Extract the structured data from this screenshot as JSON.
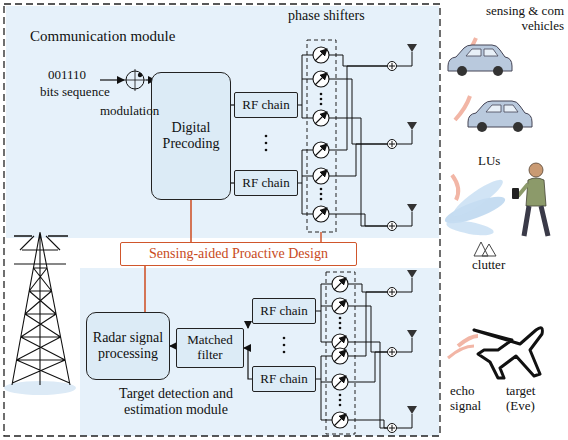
{
  "diagram": {
    "nodes": [
      {
        "text": [
          "Communication module"
        ]
      },
      {
        "text": [
          "Digital Precoding"
        ],
        "in": 0
      },
      {
        "text": [
          "RF chain"
        ],
        "in": 0
      },
      {
        "text": [
          "RF chain"
        ],
        "in": 0
      },
      {
        "text": [
          "Sensing-aided Proactive Design"
        ]
      },
      {
        "text": [
          "Target detection and estimation module"
        ]
      },
      {
        "text": [
          "Radar signal processing"
        ],
        "in": 5
      },
      {
        "text": [
          "Matched filter"
        ],
        "in": 5
      },
      {
        "text": [
          "RF chain"
        ],
        "in": 5
      },
      {
        "text": [
          "RF chain"
        ],
        "in": 5
      }
    ],
    "edges": [
      {
        "from": 1,
        "to": 2,
        "arrow": "none"
      },
      {
        "from": 1,
        "to": 3,
        "arrow": "none"
      },
      {
        "from": 1,
        "to": 4,
        "arrow": "none"
      },
      {
        "from": 4,
        "to": 6,
        "arrow": "none"
      },
      {
        "from": 7,
        "to": 6,
        "arrow": "to"
      },
      {
        "from": 8,
        "to": 7,
        "arrow": "to"
      },
      {
        "from": 9,
        "to": 7,
        "arrow": "to"
      }
    ],
    "labels": [
      "001110",
      "bits sequence",
      "modulation",
      "phase shifters",
      "sensing & com vehicles",
      "LUs",
      "clutter",
      "echo signal",
      "target (Eve)"
    ]
  }
}
